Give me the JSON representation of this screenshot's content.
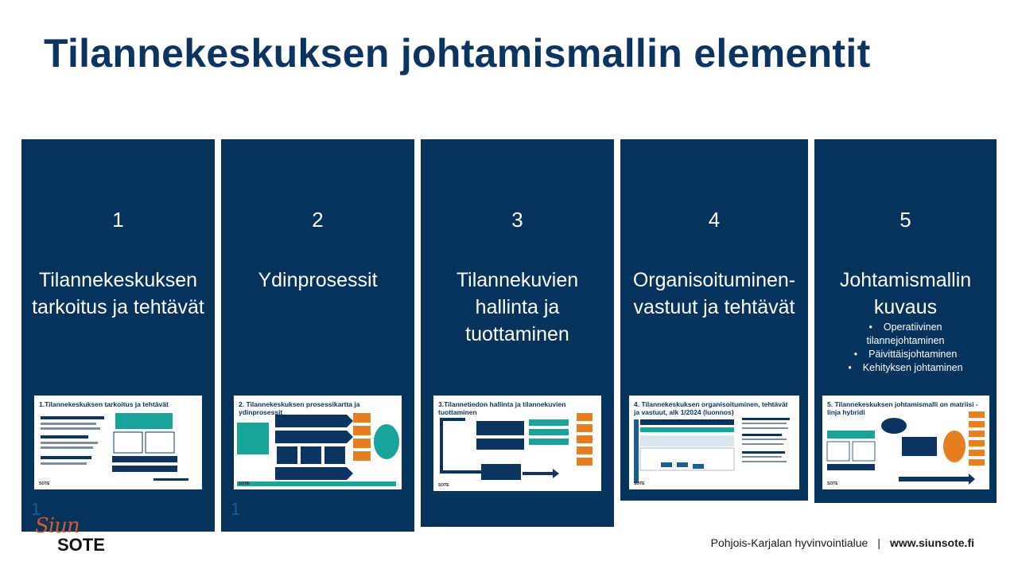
{
  "slide": {
    "title": "Tilannekeskuksen johtamismallin elementit"
  },
  "cards": [
    {
      "number": "1",
      "heading": "Tilannekeskuksen tarkoitus ja tehtävät",
      "thumbnail_title": "1.Tilannekeskuksen tarkoitus ja tehtävät",
      "thumbnail_logo": "SOTE",
      "index_label": "1"
    },
    {
      "number": "2",
      "heading": "Ydinprosessit",
      "thumbnail_title": "2. Tilannekeskuksen prosessikartta ja ydinprosessit",
      "thumbnail_logo": "SOTE",
      "index_label": "1"
    },
    {
      "number": "3",
      "heading": "Tilannekuvien hallinta ja tuottaminen",
      "thumbnail_title": "3.Tilannetiedon hallinta ja tilannekuvien tuottaminen",
      "thumbnail_logo": "SOTE"
    },
    {
      "number": "4",
      "heading": "Organisoituminen-vastuut ja tehtävät",
      "thumbnail_title": "4. Tilannekeskuksen organisoituminen, tehtävät ja vastuut, alk 1/2024 (luonnos)",
      "thumbnail_logo": "SOTE"
    },
    {
      "number": "5",
      "heading": "Johtamismallin kuvaus",
      "bullets": [
        "Operatiivinen tilannejohtaminen",
        "Päivittäisjohtaminen",
        "Kehityksen johtaminen"
      ],
      "thumbnail_title": "5. Tilannekeskuksen johtamismalli on matriisi - linja hybridi",
      "thumbnail_logo": "SOTE"
    }
  ],
  "logo": {
    "script": "Siun",
    "word": "SOTE"
  },
  "footer": {
    "organization": "Pohjois-Karjalan hyvinvointialue",
    "separator": "|",
    "url": "www.siunsote.fi"
  },
  "colors": {
    "card_background": "#05335c",
    "title": "#0b3560",
    "logo_accent": "#d35a2c",
    "thumbnail_orange": "#e67e22",
    "thumbnail_teal": "#1aa39a"
  }
}
